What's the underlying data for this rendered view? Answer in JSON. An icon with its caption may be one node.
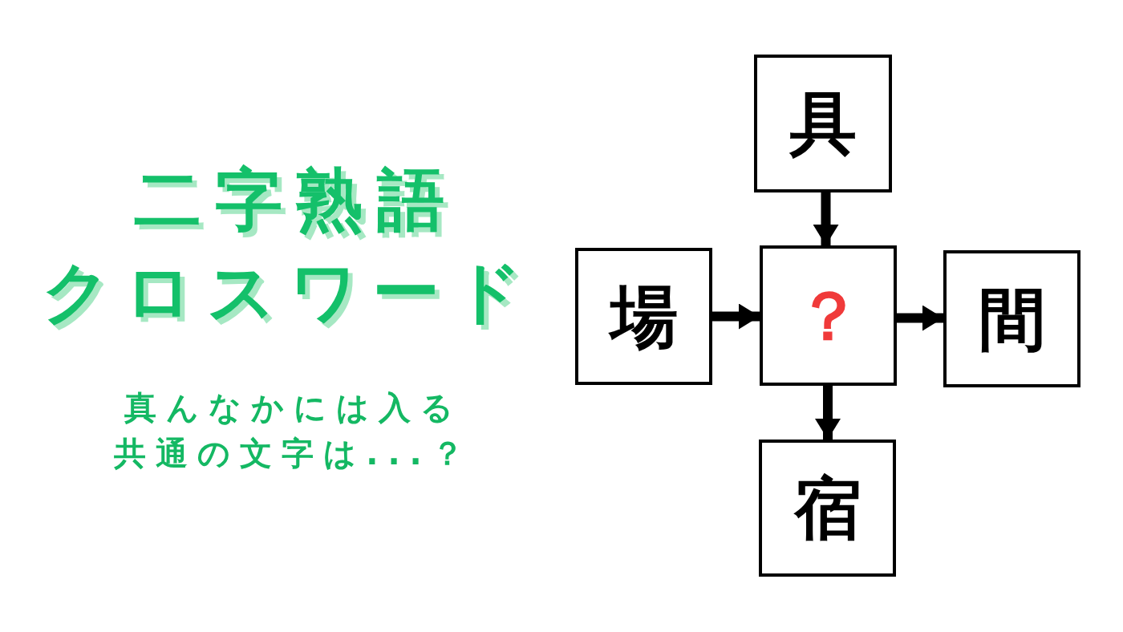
{
  "diagram": {
    "title": "二字熟語クロスワード",
    "nodes": [
      {
        "text": [
          "具"
        ]
      },
      {
        "text": [
          "場"
        ]
      },
      {
        "text": [
          "？"
        ]
      },
      {
        "text": [
          "間"
        ]
      },
      {
        "text": [
          "宿"
        ]
      }
    ],
    "edges": [
      {
        "from": 0,
        "to": 2,
        "arrow": "to"
      },
      {
        "from": 1,
        "to": 2,
        "arrow": "to"
      },
      {
        "from": 2,
        "to": 3,
        "arrow": "to"
      },
      {
        "from": 2,
        "to": 4,
        "arrow": "to"
      }
    ],
    "labels": [
      "真んなかには入る",
      "共通の文字は...？"
    ]
  }
}
